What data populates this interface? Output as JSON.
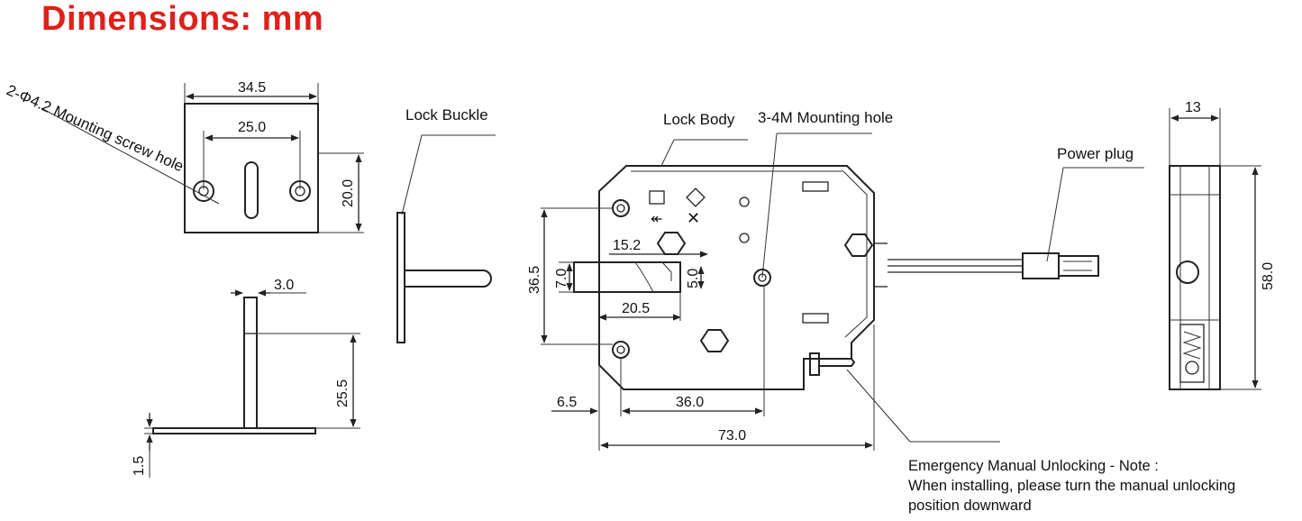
{
  "title": "Dimensions: mm",
  "buckle_plate": {
    "width_label": "34.5",
    "hole_spacing_label": "25.0",
    "height_label": "20.0",
    "hole_note": "2-Φ4.2 Mounting screw hole"
  },
  "buckle_side": {
    "top_label": "3.0",
    "height_label": "25.5",
    "base_label": "1.5"
  },
  "lock_buckle_label": "Lock Buckle",
  "lock_body": {
    "body_label": "Lock Body",
    "mount_hole_label": "3-4M Mounting hole",
    "dim_15_2": "15.2",
    "dim_7_0": "7.0",
    "dim_5_0": "5.0",
    "dim_36_5": "36.5",
    "dim_20_5": "20.5",
    "dim_6_5": "6.5",
    "dim_36_0": "36.0",
    "dim_73_0": "73.0"
  },
  "power_plug_label": "Power plug",
  "side_view": {
    "width_label": "13",
    "height_label": "58.0"
  },
  "note": {
    "line1": "Emergency Manual Unlocking - Note :",
    "line2": "When installing, please turn the manual unlocking",
    "line3": "position downward"
  }
}
